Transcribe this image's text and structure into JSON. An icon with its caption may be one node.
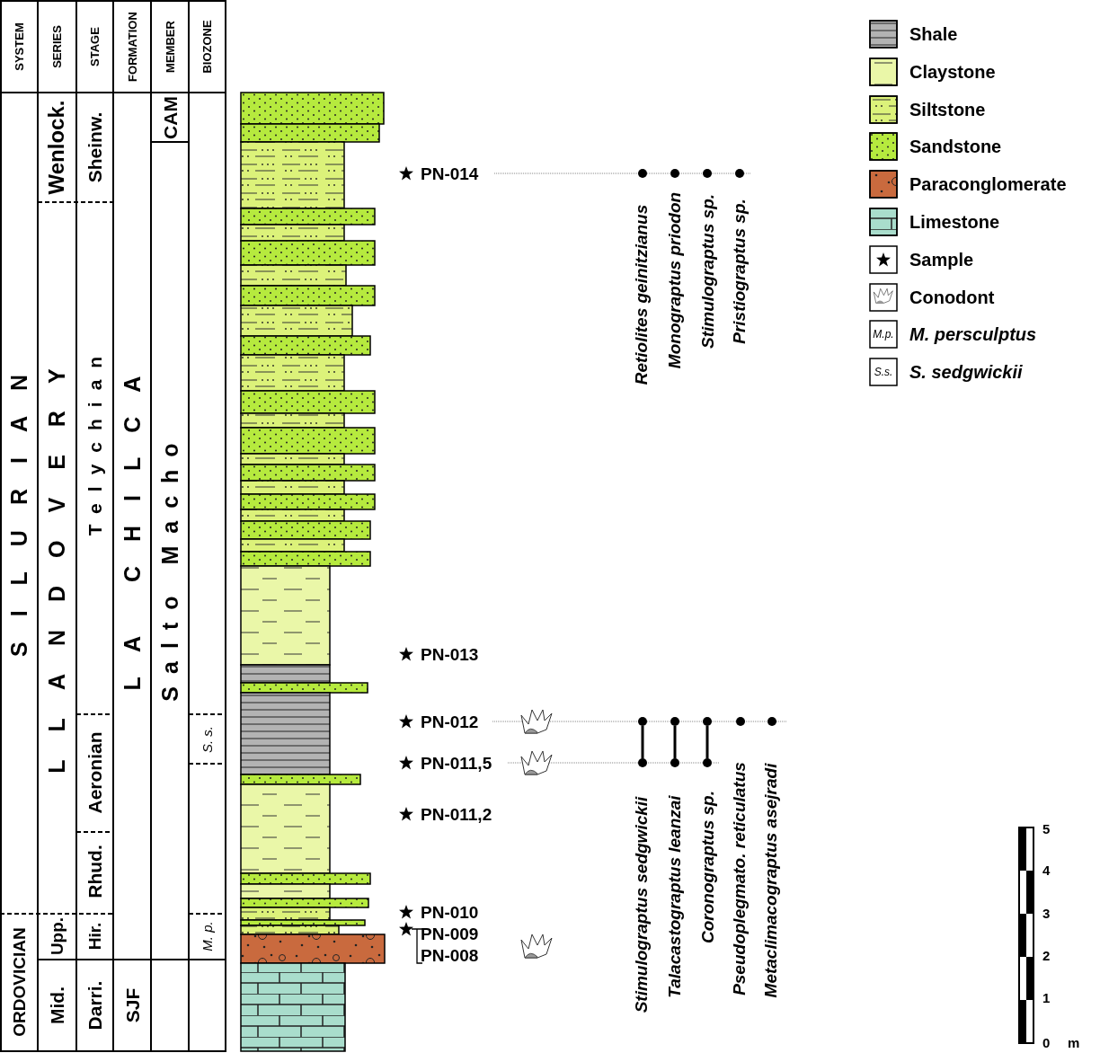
{
  "diagram": {
    "nodes": [
      {
        "text": [],
        "shape": "circle"
      },
      {
        "text": [],
        "shape": "circle"
      },
      {
        "text": [],
        "shape": "circle"
      },
      {
        "text": [],
        "shape": "circle"
      },
      {
        "text": [],
        "shape": "circle"
      },
      {
        "text": [],
        "shape": "circle"
      },
      {
        "text": [],
        "shape": "circle"
      },
      {
        "text": [],
        "shape": "circle"
      },
      {
        "text": [],
        "shape": "circle"
      },
      {
        "text": [],
        "shape": "circle"
      },
      {
        "text": [],
        "shape": "circle"
      },
      {
        "text": [],
        "shape": "circle"
      }
    ],
    "edges": [
      {
        "from": 4,
        "to": 9,
        "arrow": "none"
      },
      {
        "from": 5,
        "to": 10,
        "arrow": "none"
      },
      {
        "from": 6,
        "to": 11,
        "arrow": "none"
      }
    ],
    "labels": [
      "SYSTEM",
      "SERIES",
      "STAGE",
      "FORMATION",
      "MEMBER",
      "BIOZONE",
      "Wenlock.",
      "Sheinw.",
      "CAM",
      "SILURIAN",
      "LLANDOVERY",
      "Telychian",
      "LA CHILCA",
      "Salto Macho",
      "Aeronian",
      "S. s.",
      "Rhud.",
      "ORDOVICIAN",
      "Upp.",
      "Hir.",
      "M. p.",
      "Mid.",
      "Darri.",
      "SJF",
      "PN-014",
      "Retiolites geinitzianus",
      "Monograptus priodon",
      "Stimulograptus sp.",
      "Pristiograptus sp.",
      "PN-013",
      "PN-012",
      "PN-011,5",
      "Stimulograptus sedgwickii",
      "Talacastograptus leanzai",
      "Coronograptus sp.",
      "Pseudoplegmato. reticulatus",
      "Metaclimacograptus asejradi",
      "PN-011,2",
      "PN-010",
      "PN-009",
      "PN-008",
      "M.p.",
      "S.s.",
      "5",
      "4",
      "3",
      "2",
      "1",
      "0",
      "m"
    ],
    "legend": [
      {
        "text": "Shale",
        "color": "#b3b3b3"
      },
      {
        "text": "Claystone",
        "color": "#eaf7a8"
      },
      {
        "text": "Siltstone",
        "color": "#dcf27a"
      },
      {
        "text": "Sandstone",
        "color": "#b6ea3e"
      },
      {
        "text": "Paraconglomerate",
        "color": "#c96a3e"
      },
      {
        "text": "Limestone",
        "color": "#a9ddcc"
      },
      {
        "text": "Sample"
      },
      {
        "text": "Conodont"
      },
      {
        "text": "M. persculptus"
      },
      {
        "text": "S. sedgwickii"
      }
    ]
  }
}
